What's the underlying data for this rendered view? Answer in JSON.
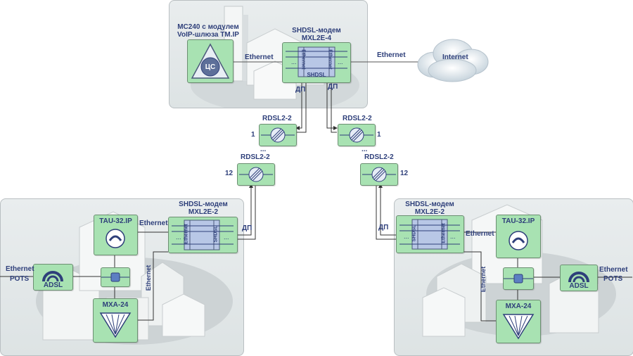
{
  "top": {
    "mc240_label_line1": "MC240 с модулем",
    "mc240_label_line2": "VoIP-шлюза TM.IP",
    "mc240_icon_text": "ЦС",
    "modem_label_line1": "SHDSL-модем",
    "modem_label_line2": "MXL2E-4",
    "modem_inner_left": "Ethernet",
    "modem_inner_right": "Ethernet",
    "modem_inner_bottom": "SHDSL",
    "ethernet_left": "Ethernet",
    "ethernet_right": "Ethernet",
    "internet": "Internet",
    "dp_left": "ДП",
    "dp_right": "ДП"
  },
  "repeaters": {
    "left_top_label": "RDSL2-2",
    "left_top_num": "1",
    "left_dots": "...",
    "left_bottom_label": "RDSL2-2",
    "left_bottom_num": "12",
    "right_top_label": "RDSL2-2",
    "right_top_num": "1",
    "right_dots": "...",
    "right_bottom_label": "RDSL2-2",
    "right_bottom_num": "12"
  },
  "left_site": {
    "modem_label_line1": "SHDSL-модем",
    "modem_label_line2": "MXL2E-2",
    "modem_inner_left": "Ethernet",
    "modem_inner_right": "SHDSL",
    "tau_label": "TAU-32.IP",
    "ethernet_h": "Ethernet",
    "ethernet_v": "Ethernet",
    "mxa_label": "MXA-24",
    "adsl_label": "ADSL",
    "ext_ethernet": "Ethernet",
    "ext_pots": "POTS",
    "dp": "ДП"
  },
  "right_site": {
    "modem_label_line1": "SHDSL-модем",
    "modem_label_line2": "MXL2E-2",
    "modem_inner_left": "SHDSL",
    "modem_inner_right": "Ethernet",
    "tau_label": "TAU-32.IP",
    "ethernet_h": "Ethernet",
    "ethernet_v": "Ethernet",
    "mxa_label": "MXA-24",
    "adsl_label": "ADSL",
    "ext_ethernet": "Ethernet",
    "ext_pots": "POTS",
    "dp": "ДП"
  },
  "colors": {
    "device_fill": "#a8e2b2",
    "device_border": "#6c8f72",
    "label_text": "#2e3f7a",
    "modem_inner": "#b8c7e6",
    "panel_bg": "#e3e8e9"
  }
}
